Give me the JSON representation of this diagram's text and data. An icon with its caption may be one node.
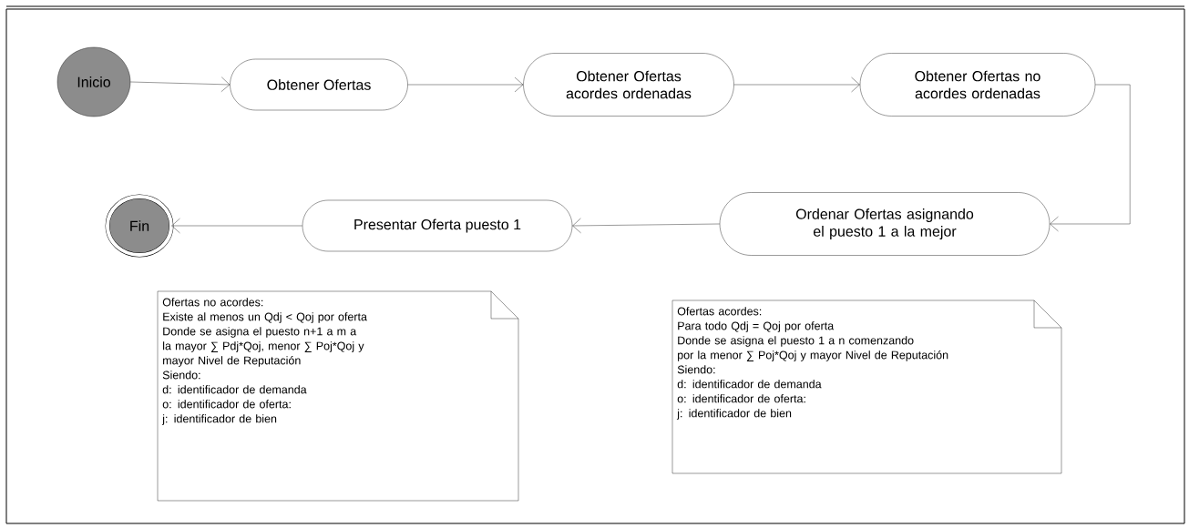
{
  "diagram": {
    "nodes": [
      {
        "text": [
          "Inicio"
        ]
      },
      {
        "text": [
          "Obtener Ofertas"
        ]
      },
      {
        "text": [
          "Obtener Ofertas acordes ordenadas"
        ]
      },
      {
        "text": [
          "Obtener Ofertas no acordes ordenadas"
        ]
      },
      {
        "text": [
          "Ordenar Ofertas asignando el puesto 1 a la mejor"
        ]
      },
      {
        "text": [
          "Presentar Oferta puesto 1"
        ]
      },
      {
        "text": [
          "Fin"
        ]
      },
      {
        "text": [
          "Ofertas no acordes:",
          "Existe al menos un Qdj < Qoj por oferta",
          "Donde se asigna el puesto n+1 a m a",
          "la mayor ∑ Pdj*Qoj, menor ∑ Poj*Qoj y",
          "mayor Nivel de Reputación",
          "Siendo:",
          "d: identificador de demanda",
          "o: identificador de oferta:",
          "j: identificador de bien"
        ]
      },
      {
        "text": [
          "Ofertas acordes:",
          "Para todo Qdj = Qoj por oferta",
          "Donde se asigna el puesto 1 a n comenzando",
          "por la menor ∑ Poj*Qoj y mayor Nivel de Reputación",
          "Siendo:",
          "d: identificador de demanda",
          "o: identificador de oferta:",
          "j: identificador de bien"
        ]
      }
    ],
    "edges": [
      {
        "from": 0,
        "to": 1,
        "arrow": "to"
      },
      {
        "from": 1,
        "to": 2,
        "arrow": "to"
      },
      {
        "from": 2,
        "to": 3,
        "arrow": "to"
      },
      {
        "from": 3,
        "to": 4,
        "arrow": "to"
      },
      {
        "from": 4,
        "to": 5,
        "arrow": "to"
      },
      {
        "from": 5,
        "to": 6,
        "arrow": "to"
      }
    ]
  }
}
